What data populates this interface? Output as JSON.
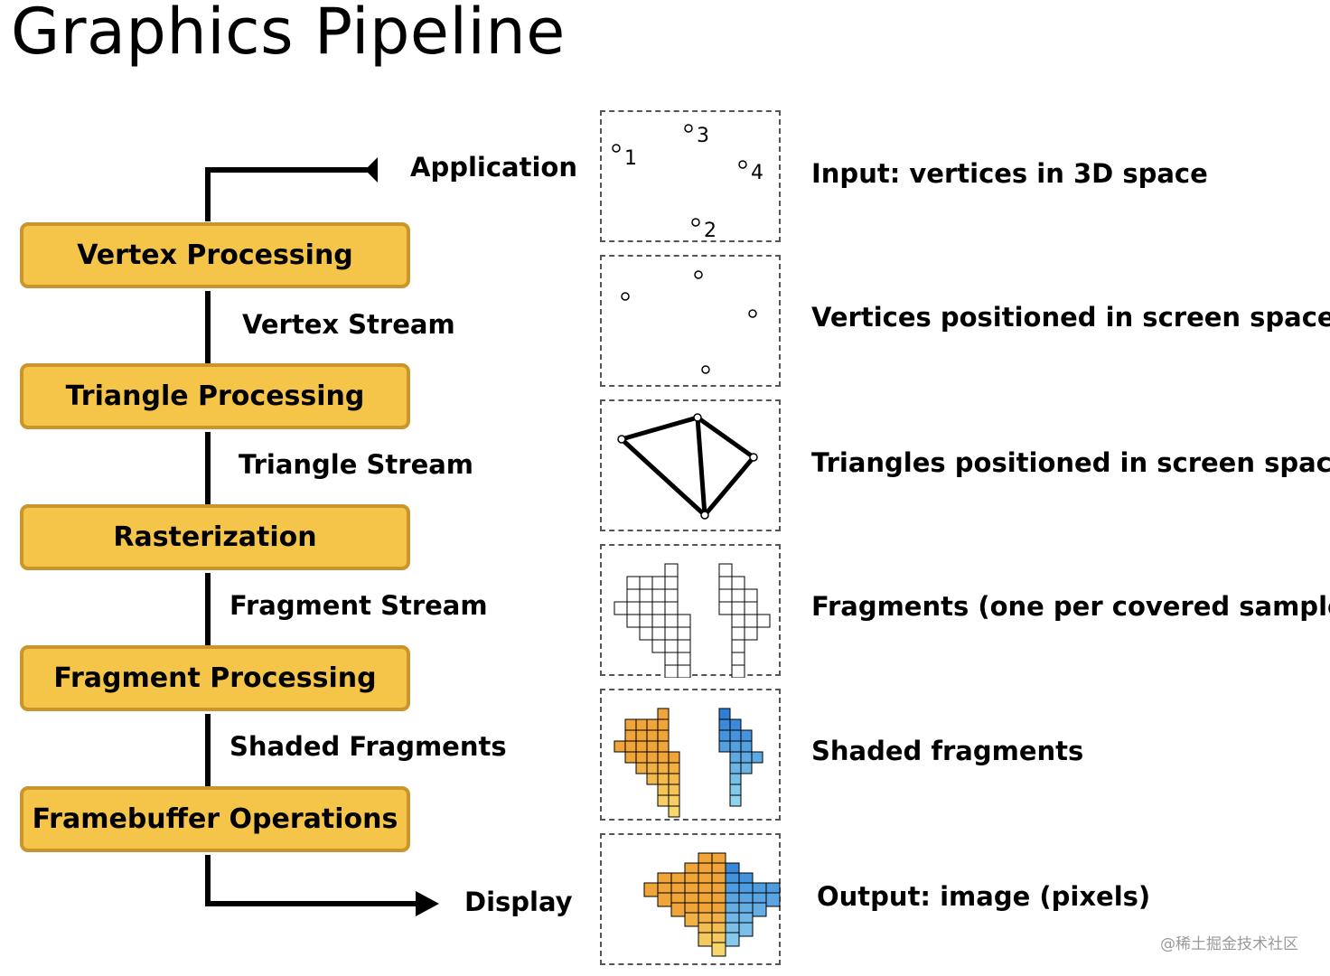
{
  "title": "Graphics Pipeline",
  "stages": [
    "Vertex Processing",
    "Triangle Processing",
    "Rasterization",
    "Fragment Processing",
    "Framebuffer Operations"
  ],
  "flow_labels": {
    "application": "Application",
    "vertex_stream": "Vertex Stream",
    "triangle_stream": "Triangle Stream",
    "fragment_stream": "Fragment Stream",
    "shaded_fragments": "Shaded Fragments",
    "display": "Display"
  },
  "descriptions": [
    "Input: vertices in 3D space",
    "Vertices positioned in screen space",
    "Triangles positioned in screen space",
    "Fragments (one per covered sample)",
    "Shaded fragments",
    "Output: image (pixels)"
  ],
  "vertex_labels": [
    "1",
    "2",
    "3",
    "4"
  ],
  "watermark": "@稀土掘金技术社区",
  "colors": {
    "stage_fill": "#f5c54a",
    "stage_border": "#c9952c",
    "shade_orange": "#f0a53a",
    "shade_yellow": "#f7e27a",
    "shade_blue": "#2f7fd8",
    "shade_light_blue": "#8fd3ee"
  }
}
